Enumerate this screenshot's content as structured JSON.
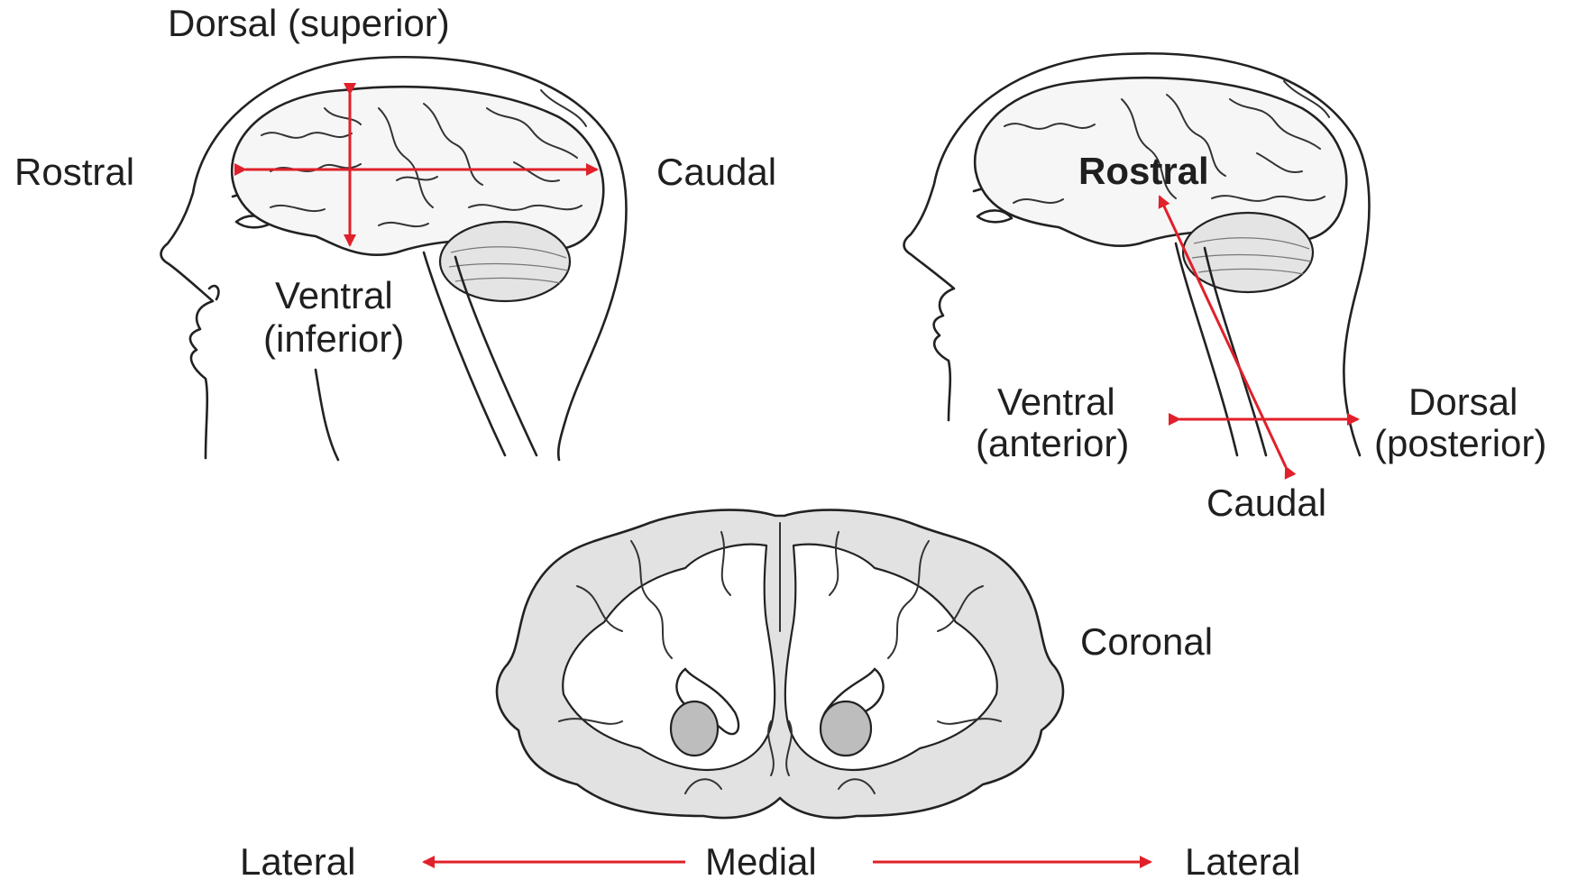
{
  "sagittal_head": {
    "dorsal": "Dorsal (superior)",
    "rostral": "Rostral",
    "caudal": "Caudal",
    "ventral_line1": "Ventral",
    "ventral_line2": "(inferior)"
  },
  "spinal_head": {
    "rostral": "Rostral",
    "ventral_line1": "Ventral",
    "ventral_line2": "(anterior)",
    "dorsal_line1": "Dorsal",
    "dorsal_line2": "(posterior)",
    "caudal": "Caudal"
  },
  "coronal_section": {
    "plane": "Coronal",
    "lateral_left": "Lateral",
    "medial": "Medial",
    "lateral_right": "Lateral"
  },
  "colors": {
    "arrow": "#e0202a",
    "cortex": "#e2e2e2",
    "nucleus": "#bdbdbd"
  }
}
